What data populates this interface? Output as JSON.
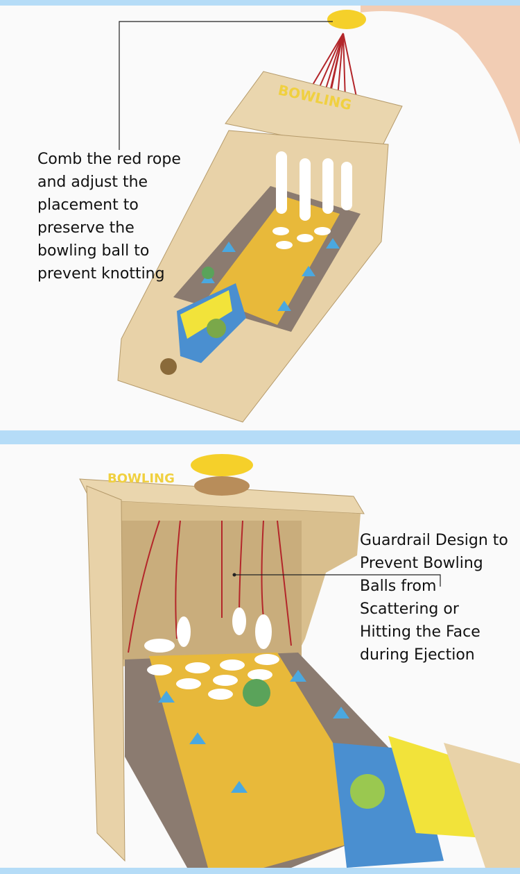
{
  "top_panel": {
    "caption": "Comb the red rope\nand adjust the\nplacement to\npreserve the\nbowling ball to\nprevent knotting",
    "sign_text": "BOWLING"
  },
  "bottom_panel": {
    "caption": "Guardrail Design to\nPrevent Bowling\nBalls from\nScattering or\nHitting the Face\nduring Ejection",
    "sign_text": "BOWLING"
  },
  "colors": {
    "band": "#b5dcf7",
    "wood": "#e8d2a8",
    "lane_yellow": "#e8b93a",
    "lane_gray": "#8b7b70",
    "arrow": "#4aa8e0",
    "rope": "#b3262a"
  }
}
